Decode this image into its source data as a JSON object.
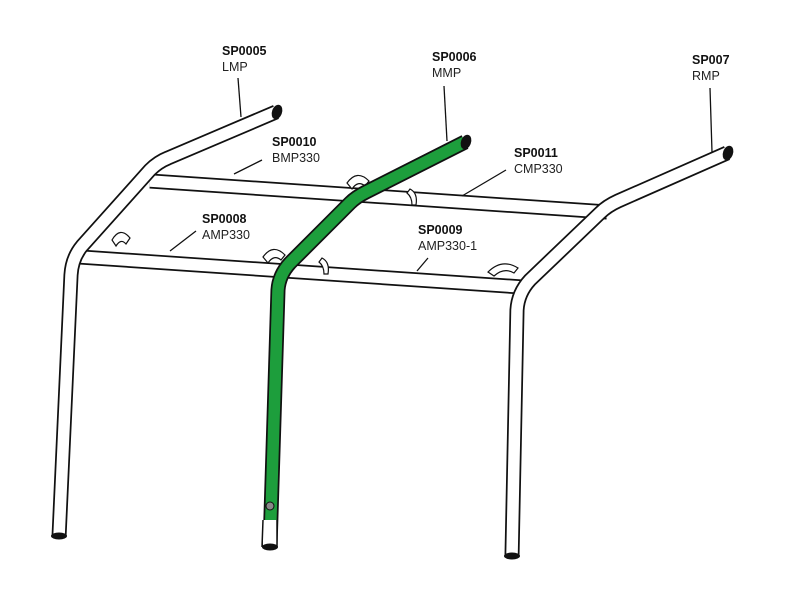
{
  "title": "Roll bar frame parts diagram",
  "highlight_color": "#1d9e3c",
  "parts": [
    {
      "code": "SP0005",
      "name": "LMP"
    },
    {
      "code": "SP0006",
      "name": "MMP"
    },
    {
      "code": "SP007",
      "name": "RMP"
    },
    {
      "code": "SP0010",
      "name": "BMP330"
    },
    {
      "code": "SP0011",
      "name": "CMP330"
    },
    {
      "code": "SP0008",
      "name": "AMP330"
    },
    {
      "code": "SP0009",
      "name": "AMP330-1"
    }
  ]
}
